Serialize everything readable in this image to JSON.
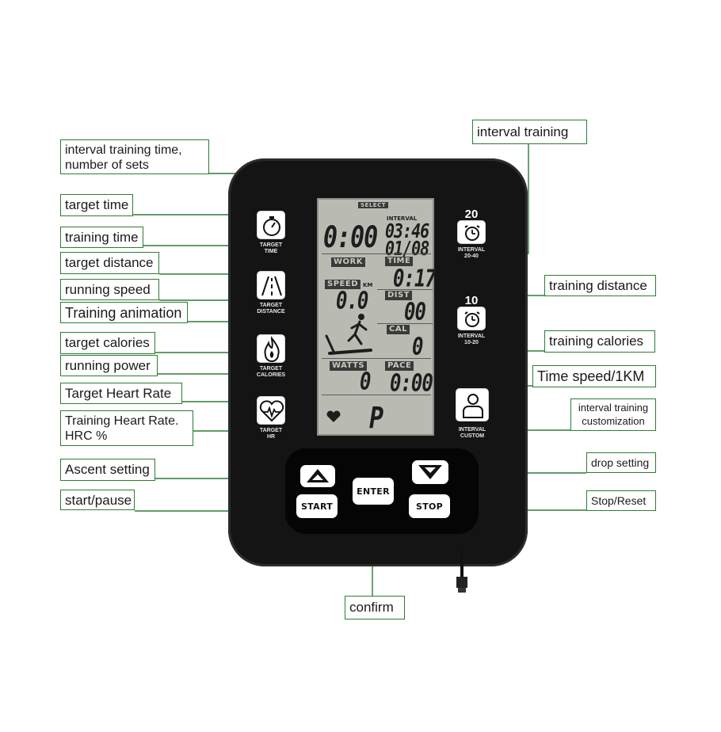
{
  "callouts": {
    "interval_time_sets": "interval training time,\nnumber of sets",
    "target_time": "target time",
    "training_time": "training time",
    "target_distance": "target distance",
    "running_speed": "running speed",
    "training_animation": "Training animation",
    "target_calories": "target calories",
    "running_power": "running power",
    "target_heart_rate": "Target Heart Rate",
    "training_heart_rate": "Training Heart Rate.\nHRC %",
    "ascent_setting": "Ascent setting",
    "start_pause": "start/pause",
    "interval_training": "interval training",
    "training_distance": "training distance",
    "training_calories": "training calories",
    "time_speed": "Time speed/1KM",
    "interval_custom": "interval training\ncustomization",
    "drop_setting": "drop setting",
    "stop_reset": "Stop/Reset",
    "confirm": "confirm"
  },
  "device": {
    "left_buttons": {
      "target_time": "TARGET\nTIME",
      "target_distance": "TARGET\nDISTANCE",
      "target_calories": "TARGET\nCALORIES",
      "target_hr": "TARGET\nHR"
    },
    "right_buttons": {
      "interval_20_40_number": "20",
      "interval_20_40_label": "INTERVAL\n20-40",
      "interval_10_20_number": "10",
      "interval_10_20_label": "INTERVAL\n10-20",
      "interval_custom_label": "INTERVAL\nCUSTOM"
    },
    "keys": {
      "enter": "ENTER",
      "start": "START",
      "stop": "STOP"
    }
  },
  "lcd": {
    "top_small_tag": "SELECT",
    "interval_tag": "INTERVAL",
    "sets_value": "0:00",
    "interval_time": "03:46",
    "interval_sets": "01/08",
    "work_tag": "WORK",
    "time_tag": "TIME",
    "time_value": "0:17",
    "speed_tag": "SPEED",
    "speed_unit": "KM",
    "speed_value": "0.0",
    "dist_tag": "DIST",
    "dist_value": "00",
    "cal_tag": "CAL",
    "cal_value": "0",
    "watts_tag": "WATTS",
    "watts_value": "0",
    "pace_tag": "PACE",
    "pace_value": "0:00",
    "hr_value": "P"
  },
  "colors": {
    "callout_border": "#2e7d32",
    "leader_line": "#2e7d32",
    "device_body": "#141414",
    "lcd_background": "#b9bbb3"
  }
}
